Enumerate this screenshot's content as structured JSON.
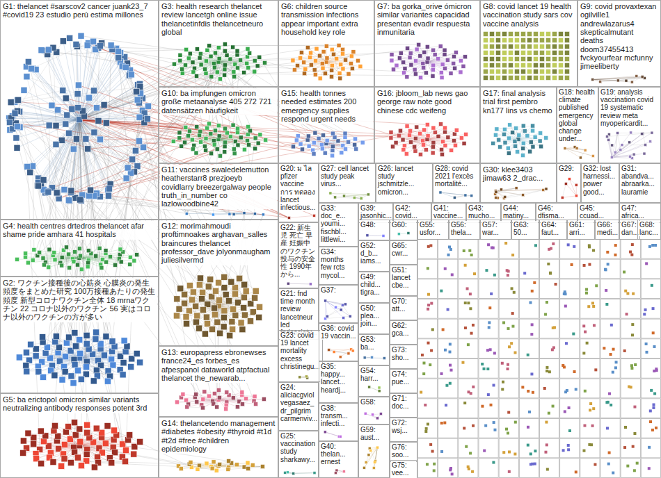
{
  "diagram": {
    "nodes": [
      {
        "text": [
          "G1: thelancet #sarscov2 cancer juank23_7 #covid19 23 estudio perú estima millones"
        ]
      },
      {
        "text": [
          "G3: health research thelancet review lancetgh online issue thelancetinfdis thelancetneuro global"
        ]
      },
      {
        "text": [
          "G6: children source transmission infections appear important extra household key role"
        ]
      },
      {
        "text": [
          "G7: ba gorka_orive ómicron similar variantes capacidad presentan evadir respuesta inmunitaria"
        ]
      },
      {
        "text": [
          "G8: covid lancet 19 health vaccination study sars cov vaccine analysis"
        ]
      },
      {
        "text": [
          "G9: covid provaxtexan ogilville1 andrewlazarus4 skepticalmutant deaths doom37455413 fvckyourfear mcfunny jimeeliberty"
        ]
      },
      {
        "text": [
          "G10: ba impfungen omicron große metaanalyse 405 272 721 datensätzen häufigkeit"
        ]
      },
      {
        "text": [
          "G15: health tonnes needed estimates 200 emergency supplies respond urgent needs"
        ]
      },
      {
        "text": [
          "G16: jbloom_lab news gao george raw note good chinese cdc weifeng"
        ]
      },
      {
        "text": [
          "G17: final analysis trial first pembro kn177 lins vs chemo"
        ]
      },
      {
        "text": [
          "G18: health climate published emergency global change under..."
        ]
      },
      {
        "text": [
          "G19: analysis vaccination covid 19 systematic review meta myopericardit..."
        ]
      },
      {
        "text": [
          "G11: vaccines swaledelemutton heatherstarr8 prezjoeyb covidlarry breezergalway people truth_in_number co lazlowoodbine42"
        ]
      },
      {
        "text": [
          "G20: ม ไล pfizer vaccine การ ทดลอง lancet infectious..."
        ]
      },
      {
        "text": [
          "G27: cell lancet study peak virus..."
        ]
      },
      {
        "text": [
          "G26: lancet study jschmitzle... omicron..."
        ]
      },
      {
        "text": [
          "G28: covid 2021 l'excès mortalité..."
        ]
      },
      {
        "text": [
          "G30: klee3403 jimaw63 2_drac..."
        ]
      },
      {
        "text": [
          "G29:"
        ]
      },
      {
        "text": [
          "G32: lost harnessi... power good..."
        ]
      },
      {
        "text": [
          "G31: abandva... abraarka... lauramie"
        ]
      },
      {
        "text": [
          "G4: health centres drtedros thelancet afar shame pride amhara 41 hospitals"
        ]
      },
      {
        "text": [
          "G12: morimahmoudi proftimnoakes arghavan_salles braincures thelancet professor_dave jolyonmaugham juliesilvermd"
        ]
      },
      {
        "text": [
          "G22: 新生児 死亡 早産 妊娠中のワクチン投与の安全性 1990年から..."
        ]
      },
      {
        "text": [
          "G2: ワクチン接種後の心筋炎 心膜炎の発生頻度をまとめた研究 100万接種あたりの発生頻度 新型コロナワクチン全体 18 mrnaワクチン 22 コロナ以外のワクチン 56 実はコロナ以外のワクチンの方が多い"
        ]
      },
      {
        "text": [
          "G33: doc_e... youmi... fischbl... littlewi..."
        ]
      },
      {
        "text": [
          "G39: jasonhic..."
        ]
      },
      {
        "text": [
          "G42: covid..."
        ]
      },
      {
        "text": [
          "G41: vaccine..."
        ]
      },
      {
        "text": [
          "G43: mucho..."
        ]
      },
      {
        "text": [
          "G44: matiny..."
        ]
      },
      {
        "text": [
          "G46: dfisma..."
        ]
      },
      {
        "text": [
          "G45: ccuad..."
        ]
      },
      {
        "text": [
          "G47: africa..."
        ]
      },
      {
        "text": [
          "G21: fnd time month review lancetneur led fndsociety..."
        ]
      },
      {
        "text": [
          "G34: months few rcts mycol..."
        ]
      },
      {
        "text": [
          "G13: europapress ebronewses france24_es forbes_es afpespanol dataworld atpfactual thelancet the_newarab..."
        ]
      },
      {
        "text": [
          "G37:"
        ]
      },
      {
        "text": [
          "G23: covid 19 lancet mortality excess christinegu..."
        ]
      },
      {
        "text": [
          "G36: covid 19 vaccin..."
        ]
      },
      {
        "text": [
          "G5: ba erictopol omicron similar variants neutralizing antibody responses potent 3rd"
        ]
      },
      {
        "text": [
          "G24: aliciacgviol vegasaez_ dr_pilgrim carmenviv..."
        ]
      },
      {
        "text": [
          "G35: happy... lancet... heardj..."
        ]
      },
      {
        "text": [
          "G38: transm... infecti..."
        ]
      },
      {
        "text": [
          "G14: thelancetendo management #diabetes #obesity #thyroid #t1d #t2d #free #children epidemiology"
        ]
      },
      {
        "text": [
          "G25: vaccination study sharkawy..."
        ]
      },
      {
        "text": [
          "G40: thelan... ernest"
        ]
      },
      {
        "text": [
          "G48:"
        ]
      },
      {
        "text": [
          "G52: d_b... iams..."
        ]
      },
      {
        "text": [
          "G49: child... tigra..."
        ]
      },
      {
        "text": [
          "G50: plea... join..."
        ]
      },
      {
        "text": [
          "G53: ba..."
        ]
      },
      {
        "text": [
          "G54: harr..."
        ]
      },
      {
        "text": [
          "G58:"
        ]
      },
      {
        "text": [
          "G59: aust..."
        ]
      },
      {
        "text": [
          "G60:"
        ]
      },
      {
        "text": [
          "G65: cwr..."
        ]
      },
      {
        "text": [
          "G51: lancet cbe..."
        ]
      },
      {
        "text": [
          "G70: att..."
        ]
      },
      {
        "text": [
          "G62: gca..."
        ]
      },
      {
        "text": [
          "G73: sho..."
        ]
      },
      {
        "text": [
          "G74: pue..."
        ]
      },
      {
        "text": [
          "G71: doc..."
        ]
      },
      {
        "text": [
          "G72: wsj..."
        ]
      },
      {
        "text": [
          "G76: soo..."
        ]
      },
      {
        "text": [
          "G75: vee..."
        ]
      },
      {
        "text": [
          "G55: usfor..."
        ]
      },
      {
        "text": [
          "G56: thela..."
        ]
      },
      {
        "text": [
          "G57: war..."
        ]
      },
      {
        "text": [
          "G63: 50..."
        ]
      },
      {
        "text": [
          "G64: faut..."
        ]
      },
      {
        "text": [
          "G61: arri..."
        ]
      },
      {
        "text": [
          "G66: medi..."
        ]
      },
      {
        "text": [
          "G67: dan..."
        ]
      },
      {
        "text": [
          "G68: lanc..."
        ]
      }
    ]
  }
}
